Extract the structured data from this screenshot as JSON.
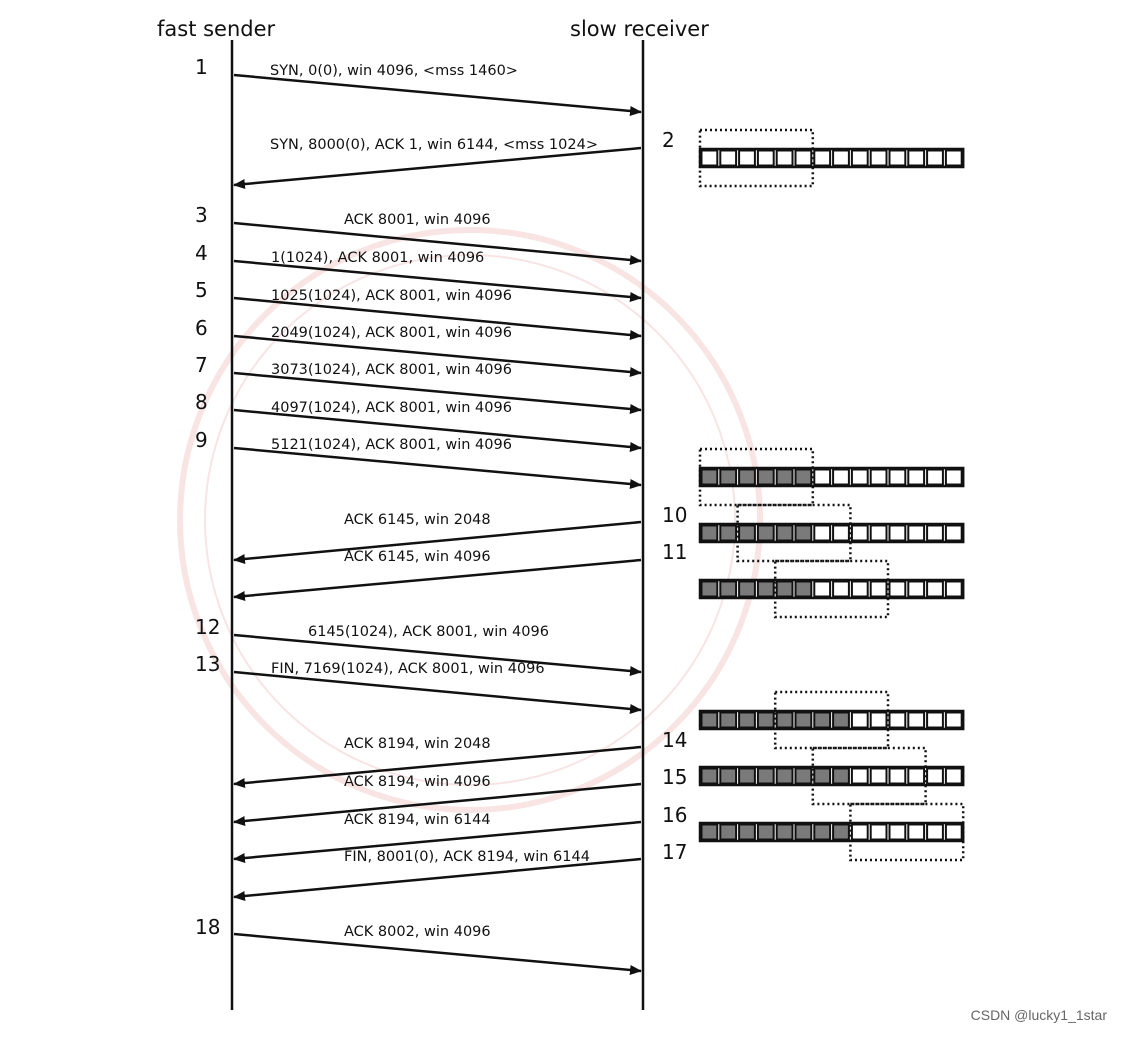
{
  "roles": {
    "sender": "fast sender",
    "receiver": "slow receiver"
  },
  "messages": [
    {
      "num": "1",
      "label": "SYN, 0(0), win 4096, <mss 1460>",
      "dir": "right"
    },
    {
      "num": "2",
      "label": "SYN, 8000(0), ACK 1, win 6144, <mss 1024>",
      "dir": "left"
    },
    {
      "num": "3",
      "label": "ACK 8001, win 4096",
      "dir": "right"
    },
    {
      "num": "4",
      "label": "1(1024), ACK 8001, win 4096",
      "dir": "right"
    },
    {
      "num": "5",
      "label": "1025(1024), ACK 8001, win 4096",
      "dir": "right"
    },
    {
      "num": "6",
      "label": "2049(1024), ACK 8001, win 4096",
      "dir": "right"
    },
    {
      "num": "7",
      "label": "3073(1024), ACK 8001, win 4096",
      "dir": "right"
    },
    {
      "num": "8",
      "label": "4097(1024), ACK 8001, win 4096",
      "dir": "right"
    },
    {
      "num": "9",
      "label": "5121(1024), ACK 8001, win 4096",
      "dir": "right"
    },
    {
      "num": "10",
      "label": "ACK 6145, win 2048",
      "dir": "left"
    },
    {
      "num": "11",
      "label": "ACK 6145, win 4096",
      "dir": "left"
    },
    {
      "num": "12",
      "label": "6145(1024), ACK 8001, win 4096",
      "dir": "right"
    },
    {
      "num": "13",
      "label": "FIN, 7169(1024), ACK 8001, win 4096",
      "dir": "right"
    },
    {
      "num": "14",
      "label": "ACK 8194, win 2048",
      "dir": "left"
    },
    {
      "num": "15",
      "label": "ACK 8194, win 4096",
      "dir": "left"
    },
    {
      "num": "16",
      "label": "ACK 8194, win 6144",
      "dir": "left"
    },
    {
      "num": "17",
      "label": "FIN, 8001(0), ACK 8194, win 6144",
      "dir": "left"
    },
    {
      "num": "18",
      "label": "ACK 8002, win 4096",
      "dir": "right"
    }
  ],
  "buffers": [
    {
      "step": "2",
      "filled": 0,
      "window_start": 0,
      "window_len": 6
    },
    {
      "step": "9",
      "filled": 6,
      "window_start": 0,
      "window_len": 6
    },
    {
      "step": "10",
      "filled": 6,
      "window_start": 2,
      "window_len": 6
    },
    {
      "step": "11",
      "filled": 6,
      "window_start": 4,
      "window_len": 6
    },
    {
      "step": "13",
      "filled": 8,
      "window_start": 4,
      "window_len": 6
    },
    {
      "step": "15",
      "filled": 8,
      "window_start": 6,
      "window_len": 6
    },
    {
      "step": "16",
      "filled": 8,
      "window_start": 8,
      "window_len": 6
    }
  ],
  "buffer_cells": 14,
  "colors": {
    "line": "#111111",
    "filled_cell": "#7a7a7a",
    "empty_cell": "#ffffff",
    "watermark": "#e07070"
  },
  "credit": "CSDN @lucky1_1star"
}
